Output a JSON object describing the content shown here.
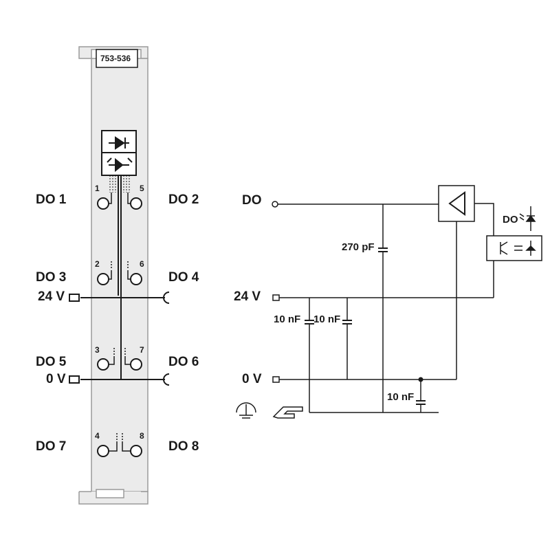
{
  "module": {
    "part_number": "753-536"
  },
  "left_labels": [
    "DO 1",
    "DO 3",
    "DO 5",
    "DO 7"
  ],
  "right_labels": [
    "DO 2",
    "DO 4",
    "DO 6",
    "DO 8"
  ],
  "supply_labels": {
    "plus": "24 V",
    "minus": "0 V"
  },
  "terminal_numbers": [
    "1",
    "5",
    "2",
    "6",
    "3",
    "7",
    "4",
    "8"
  ],
  "schematic": {
    "output": "DO",
    "supply_plus": "24 V",
    "supply_minus": "0 V",
    "cap_output": "270 pF",
    "cap_supply_1": "10 nF",
    "cap_supply_2": "10 nF",
    "cap_ground": "10 nF",
    "led_label": "DO"
  },
  "colors": {
    "line": "#1a1a1a",
    "housing_fill": "#ebebeb",
    "housing_stroke": "#9a9a9a"
  }
}
